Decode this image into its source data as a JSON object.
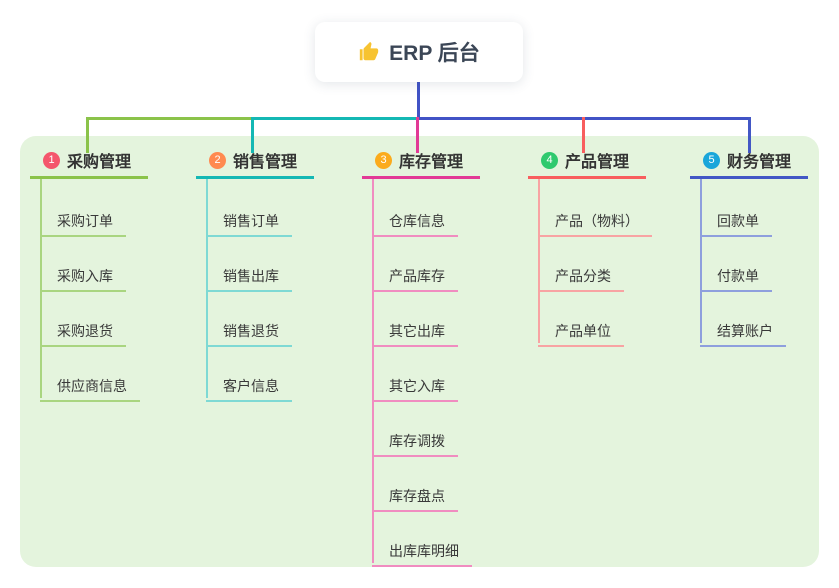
{
  "root": {
    "title": "ERP 后台",
    "icon": "thumbs-up-icon"
  },
  "panel_color": "#e4f4dd",
  "connector": {
    "trunk_color": "#4153c6"
  },
  "branches": [
    {
      "badge": "1",
      "label": "采购管理",
      "badge_color": "#f4566c",
      "main_color": "#8bc34a",
      "child_color": "#a9d580",
      "children": [
        "采购订单",
        "采购入库",
        "采购退货",
        "供应商信息"
      ]
    },
    {
      "badge": "2",
      "label": "销售管理",
      "badge_color": "#ff8a50",
      "main_color": "#14b8b4",
      "child_color": "#7ed9d4",
      "children": [
        "销售订单",
        "销售出库",
        "销售退货",
        "客户信息"
      ]
    },
    {
      "badge": "3",
      "label": "库存管理",
      "badge_color": "#fbab1c",
      "main_color": "#e23a96",
      "child_color": "#f08cc0",
      "children": [
        "仓库信息",
        "产品库存",
        "其它出库",
        "其它入库",
        "库存调拨",
        "库存盘点",
        "出库库明细"
      ]
    },
    {
      "badge": "4",
      "label": "产品管理",
      "badge_color": "#2fc96e",
      "main_color": "#f85e5e",
      "child_color": "#f8a3a3",
      "children": [
        "产品（物料）",
        "产品分类",
        "产品单位"
      ]
    },
    {
      "badge": "5",
      "label": "财务管理",
      "badge_color": "#19a6da",
      "main_color": "#4257c5",
      "child_color": "#8e9fdd",
      "children": [
        "回款单",
        "付款单",
        "结算账户"
      ]
    }
  ]
}
